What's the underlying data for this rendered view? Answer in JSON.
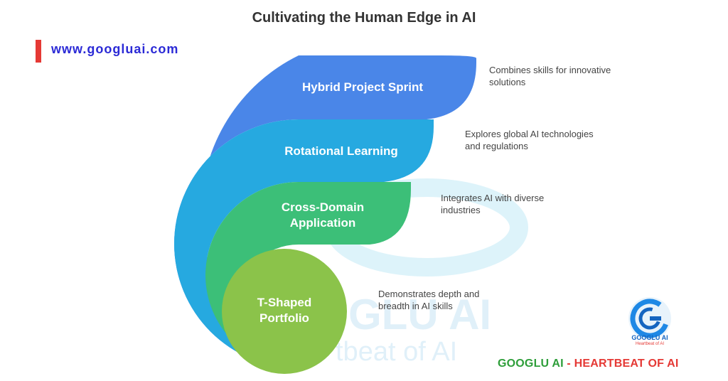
{
  "title": "Cultivating the Human Edge in AI",
  "website": "www.googluai.com",
  "layers": [
    {
      "label": "Hybrid Project Sprint",
      "description": "Combines skills for innovative solutions",
      "color": "#4a86e8"
    },
    {
      "label": "Rotational Learning",
      "description": "Explores global AI technologies and regulations",
      "color": "#26a9e0"
    },
    {
      "label": "Cross-Domain Application",
      "description": "Integrates AI with diverse industries",
      "color": "#3cbf78"
    },
    {
      "label": "T-Shaped Portfolio",
      "description": "Demonstrates depth and breadth in AI skills",
      "color": "#8bc34a"
    }
  ],
  "logo": {
    "name": "GOOGLU AI",
    "tagline": "Heartbeat of AI"
  },
  "brand": {
    "part1": "GOOGLU AI",
    "part2": " - HEARTBEAT OF AI"
  },
  "watermark": {
    "line1": "GLU AI",
    "line2": "tbeat of AI"
  }
}
